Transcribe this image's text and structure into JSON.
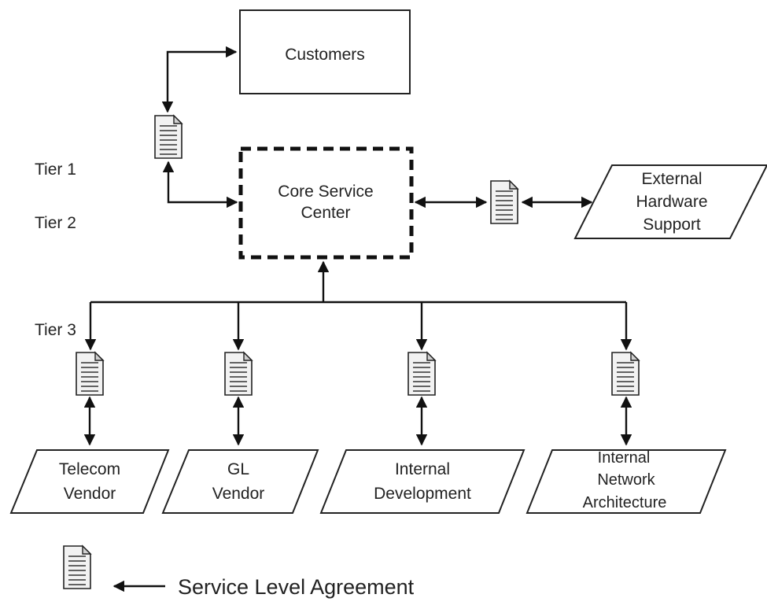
{
  "tiers": {
    "tier1": "Tier 1",
    "tier2": "Tier 2",
    "tier3": "Tier 3"
  },
  "nodes": {
    "customers": [
      "Customers"
    ],
    "core": [
      "Core Service",
      "Center"
    ],
    "external": [
      "External",
      "Hardware",
      "Support"
    ],
    "telecom": [
      "Telecom",
      "Vendor"
    ],
    "gl": [
      "GL",
      "Vendor"
    ],
    "internal_dev": [
      "Internal",
      "Development"
    ],
    "internal_net": [
      "Internal",
      "Network",
      "Architecture"
    ]
  },
  "legend": {
    "label": "Service Level Agreement",
    "icon": "document-icon"
  }
}
